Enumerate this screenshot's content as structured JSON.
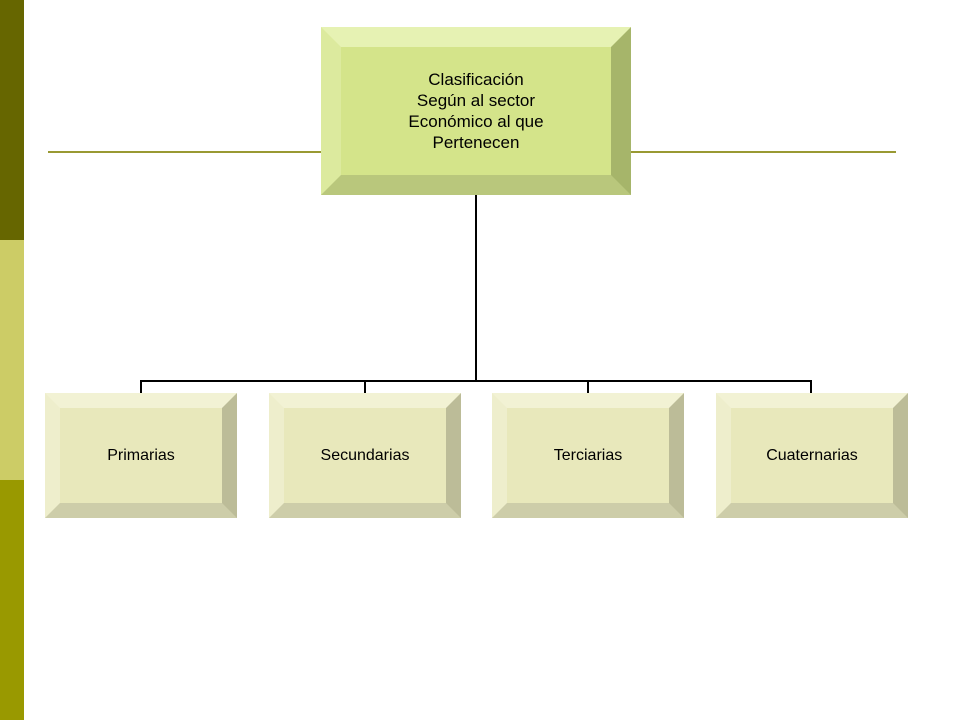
{
  "root": {
    "label": "Clasificación\n Según al sector\nEconómico al que\nPertenecen"
  },
  "children": [
    {
      "label": "Primarias"
    },
    {
      "label": "Secundarias"
    },
    {
      "label": "Terciarias"
    },
    {
      "label": "Cuaternarias"
    }
  ],
  "colors": {
    "strip_top": "#666600",
    "strip_mid": "#cccc66",
    "strip_bottom": "#999900",
    "root_fill": "#d4e48a",
    "child_fill": "#e8e8bb",
    "connector": "#000000",
    "rule": "#999933"
  }
}
